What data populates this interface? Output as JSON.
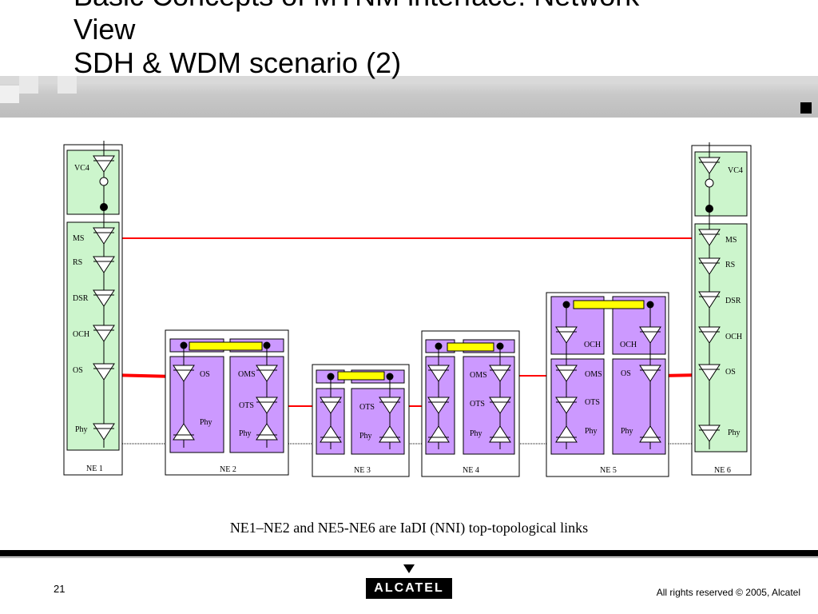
{
  "slide": {
    "title_lines": [
      "Basic Concepts of MTNM interface: Network",
      "View",
      "SDH & WDM scenario (2)"
    ],
    "caption": "NE1–NE2 and NE5-NE6 are IaDI (NNI) top-topological links",
    "page_number": "21",
    "copyright": "All rights reserved © 2005, Alcatel",
    "logo_text": "ALCATEL"
  },
  "colors": {
    "sdh_block": "#ccf5cc",
    "wdm_block": "#cc99ff",
    "link_red": "#ff0000",
    "connector_yellow": "#ffff00"
  },
  "diagram": {
    "ne1": {
      "name": "NE 1",
      "layers": [
        "VC4",
        "MS",
        "RS",
        "DSR",
        "OCH",
        "OS",
        "Phy"
      ]
    },
    "ne2": {
      "name": "NE 2",
      "labels": [
        "OS",
        "Phy",
        "OMS",
        "OTS",
        "Phy"
      ]
    },
    "ne3": {
      "name": "NE 3",
      "labels": [
        "OTS",
        "Phy"
      ]
    },
    "ne4": {
      "name": "NE 4",
      "labels": [
        "OMS",
        "OTS",
        "Phy"
      ]
    },
    "ne5": {
      "name": "NE 5",
      "labels": [
        "OCH",
        "OCH",
        "OMS",
        "OTS",
        "Phy",
        "OS",
        "Phy"
      ]
    },
    "ne6": {
      "name": "NE 6",
      "layers": [
        "VC4",
        "MS",
        "RS",
        "DSR",
        "OCH",
        "OS",
        "Phy"
      ]
    }
  }
}
